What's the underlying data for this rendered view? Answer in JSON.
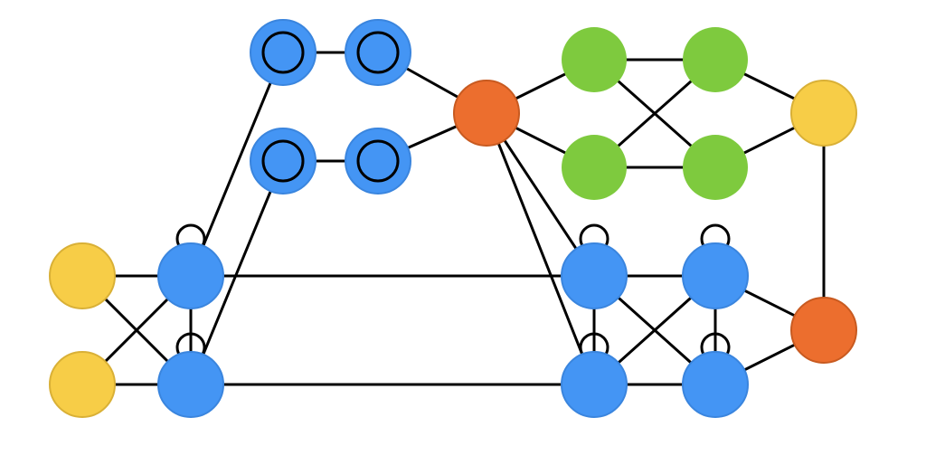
{
  "diagram": {
    "type": "graph",
    "colors": {
      "blue": "#4495F4",
      "blue_stroke": "#3A85DE",
      "green": "#7ECA3E",
      "orange": "#EC6E2E",
      "orange_stroke": "#C85A20",
      "yellow": "#F7CD47",
      "yellow_stroke": "#D9B036",
      "edge": "#000000"
    },
    "nodes": [
      {
        "id": "top-blue-1",
        "color": "blue",
        "ring": true
      },
      {
        "id": "top-blue-2",
        "color": "blue",
        "ring": true
      },
      {
        "id": "mid-blue-1",
        "color": "blue",
        "ring": true
      },
      {
        "id": "mid-blue-2",
        "color": "blue",
        "ring": true
      },
      {
        "id": "orange-top",
        "color": "orange",
        "ring": false
      },
      {
        "id": "green-1",
        "color": "green",
        "ring": false
      },
      {
        "id": "green-2",
        "color": "green",
        "ring": false
      },
      {
        "id": "green-3",
        "color": "green",
        "ring": false
      },
      {
        "id": "green-4",
        "color": "green",
        "ring": false
      },
      {
        "id": "yellow-right",
        "color": "yellow",
        "ring": false
      },
      {
        "id": "orange-right",
        "color": "orange",
        "ring": false
      },
      {
        "id": "yellow-left-1",
        "color": "yellow",
        "ring": false
      },
      {
        "id": "yellow-left-2",
        "color": "yellow",
        "ring": false
      },
      {
        "id": "left-blue-1",
        "color": "blue",
        "ring": false
      },
      {
        "id": "left-blue-2",
        "color": "blue",
        "ring": false
      },
      {
        "id": "right-blue-1",
        "color": "blue",
        "ring": false
      },
      {
        "id": "right-blue-2",
        "color": "blue",
        "ring": false
      },
      {
        "id": "right-blue-3",
        "color": "blue",
        "ring": false
      },
      {
        "id": "right-blue-4",
        "color": "blue",
        "ring": false
      }
    ],
    "edges": [
      [
        "top-blue-1",
        "top-blue-2"
      ],
      [
        "mid-blue-1",
        "mid-blue-2"
      ],
      [
        "top-blue-2",
        "orange-top"
      ],
      [
        "mid-blue-2",
        "orange-top"
      ],
      [
        "orange-top",
        "green-1"
      ],
      [
        "orange-top",
        "green-2"
      ],
      [
        "green-1",
        "green-3"
      ],
      [
        "green-2",
        "green-4"
      ],
      [
        "green-1",
        "green-4"
      ],
      [
        "green-2",
        "green-3"
      ],
      [
        "green-3",
        "yellow-right"
      ],
      [
        "green-4",
        "yellow-right"
      ],
      [
        "yellow-right",
        "orange-right"
      ],
      [
        "orange-top",
        "right-blue-1"
      ],
      [
        "orange-top",
        "right-blue-2"
      ],
      [
        "top-blue-1",
        "left-blue-1"
      ],
      [
        "mid-blue-1",
        "left-blue-2"
      ],
      [
        "yellow-left-1",
        "left-blue-1"
      ],
      [
        "yellow-left-2",
        "left-blue-2"
      ],
      [
        "yellow-left-1",
        "left-blue-2"
      ],
      [
        "yellow-left-2",
        "left-blue-1"
      ],
      [
        "left-blue-1",
        "left-blue-2"
      ],
      [
        "left-blue-1",
        "right-blue-1"
      ],
      [
        "left-blue-2",
        "right-blue-2"
      ],
      [
        "right-blue-1",
        "right-blue-3"
      ],
      [
        "right-blue-2",
        "right-blue-4"
      ],
      [
        "right-blue-1",
        "right-blue-2"
      ],
      [
        "right-blue-3",
        "right-blue-4"
      ],
      [
        "right-blue-1",
        "right-blue-4"
      ],
      [
        "right-blue-2",
        "right-blue-3"
      ],
      [
        "right-blue-3",
        "orange-right"
      ],
      [
        "right-blue-4",
        "orange-right"
      ]
    ],
    "self_loops": [
      "left-blue-1",
      "left-blue-2",
      "right-blue-1",
      "right-blue-2",
      "right-blue-3",
      "right-blue-4"
    ]
  }
}
